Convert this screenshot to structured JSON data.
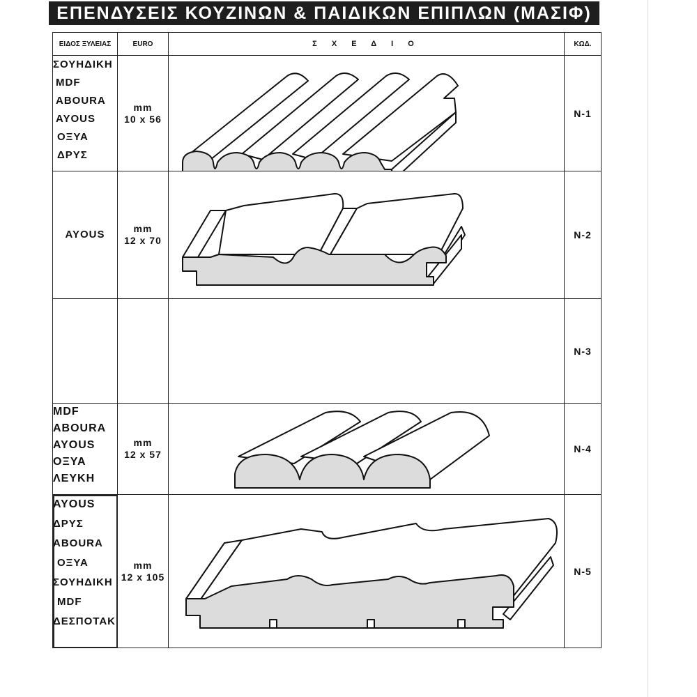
{
  "title": "ΕΠΕΝΔΥΣΕΙΣ ΚΟΥΖΙΝΩΝ & ΠΑΙΔΙΚΩΝ ΕΠΙΠΛΩΝ (ΜΑΣΙΦ)",
  "headers": {
    "wood": "ΕΙΔΟΣ ΞΥΛΕΙΑΣ",
    "euro": "EURO",
    "drawing": "Σ Χ Ε Δ Ι Ο",
    "code": "ΚΩΔ."
  },
  "rows": [
    {
      "woods": [
        "ΣΟΥΗΔΙΚΗ",
        "MDF",
        "ABOURA",
        "AYOUS",
        "ΟΞΥΑ",
        "ΔΡΥΣ"
      ],
      "unit": "mm",
      "size": "10 x 56",
      "code": "N-1",
      "profile": "four-bead"
    },
    {
      "woods": [
        "AYOUS"
      ],
      "unit": "mm",
      "size": "12 x 70",
      "code": "N-2",
      "profile": "double-plank"
    },
    {
      "woods": [],
      "unit": "",
      "size": "",
      "code": "N-3",
      "profile": "none"
    },
    {
      "woods": [
        "MDF",
        "ABOURA",
        "AYOUS",
        "ΟΞΥΑ",
        "ΛΕΥΚΗ"
      ],
      "unit": "mm",
      "size": "12 x 57",
      "code": "N-4",
      "profile": "three-bead"
    },
    {
      "woods": [
        "AYOUS",
        "ΔΡΥΣ",
        "ABOURA",
        "ΟΞΥΑ",
        "ΣΟΥΗΔΙΚΗ",
        "MDF",
        "ΔΕΣΠΟΤΑΚΙ"
      ],
      "unit": "mm",
      "size": "12 x 105",
      "code": "N-5",
      "profile": "triple-plank"
    }
  ]
}
